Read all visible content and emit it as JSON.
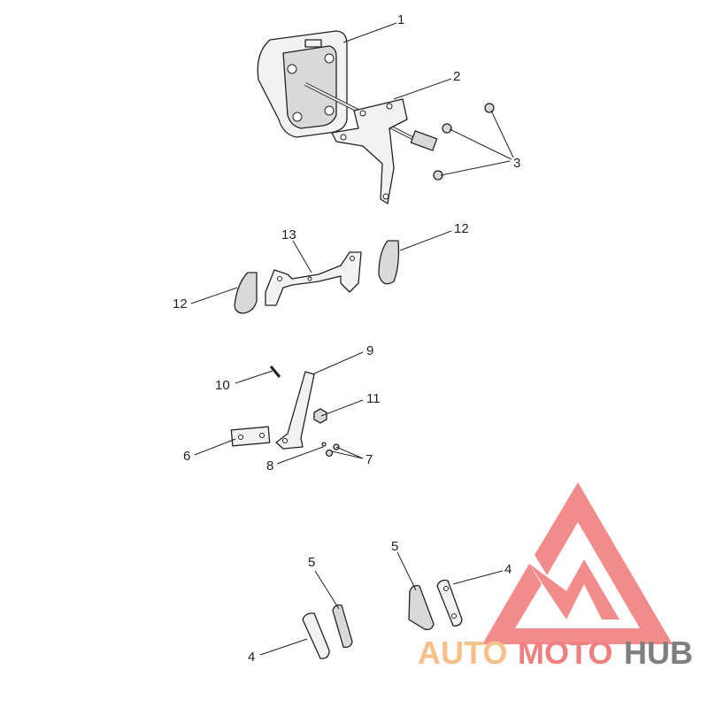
{
  "callouts": {
    "c1": "1",
    "c2": "2",
    "c3": "3",
    "c4a": "4",
    "c4b": "4",
    "c5a": "5",
    "c5b": "5",
    "c6": "6",
    "c7": "7",
    "c8": "8",
    "c9": "9",
    "c10": "10",
    "c11": "11",
    "c12a": "12",
    "c12b": "12",
    "c13": "13"
  },
  "watermark": {
    "part1": "AUTO",
    "part2": "MOTO",
    "part3": "HUB",
    "color_red": "#f08080",
    "color_orange": "#f6c08a",
    "color_gray": "#7f7f7f"
  }
}
